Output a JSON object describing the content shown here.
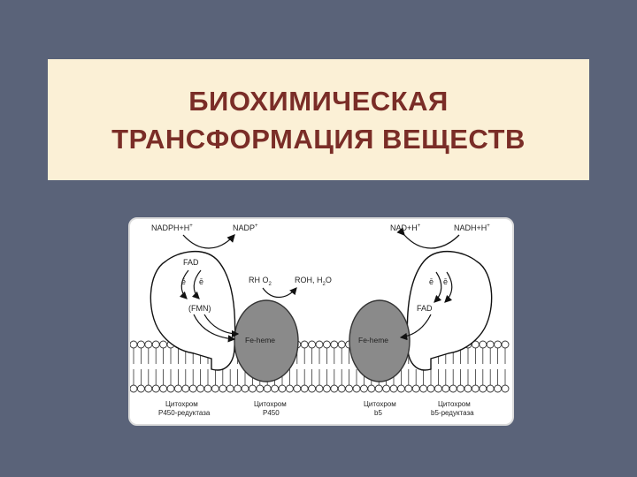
{
  "title": {
    "line1": "БИОХИМИЧЕСКАЯ",
    "line2": "ТРАНСФОРМАЦИЯ ВЕЩЕСТВ"
  },
  "diagram": {
    "left_cofactor_in": "NADPH+H",
    "left_cofactor_out": "NADP",
    "right_cofactor_in": "NAD+H",
    "right_cofactor_out": "NADH+H",
    "fad_left": "FAD",
    "electron_left_1": "ē",
    "electron_left_2": "ē",
    "fmn": "(FMN)",
    "substrate": "RH O",
    "substrate_sub": "2",
    "product": "ROH, H",
    "product_sub": "2",
    "product_tail": "O",
    "heme_left": "Fe-heme",
    "heme_right": "Fe-heme",
    "electron_right_1": "ē",
    "electron_right_2": "ē",
    "fad_right": "FAD",
    "captions": [
      {
        "line1": "Цитохром",
        "line2": "Р450-редуктаза"
      },
      {
        "line1": "Цитохром",
        "line2": "Р450"
      },
      {
        "line1": "Цитохром",
        "line2": "b5"
      },
      {
        "line1": "Цитохром",
        "line2": "b5-редуктаза"
      }
    ]
  }
}
